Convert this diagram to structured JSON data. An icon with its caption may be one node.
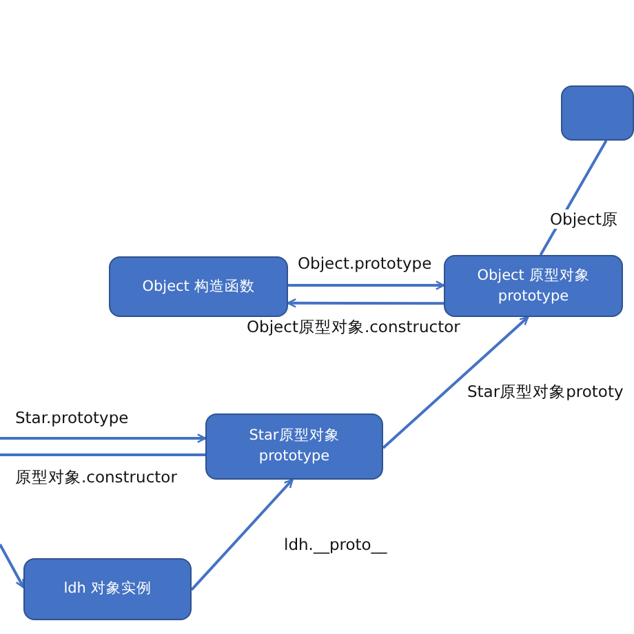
{
  "diagram": {
    "nodes": [
      {
        "text": [],
        "shape": "box"
      },
      {
        "text": [
          "Object 构造函数"
        ]
      },
      {
        "text": [
          "Object 原型对象 prototype"
        ]
      },
      {
        "text": [
          "Star原型对象 prototype"
        ]
      },
      {
        "text": [
          "ldh 对象实例"
        ]
      }
    ],
    "edges": [
      {
        "from": 1,
        "to": 2,
        "arrow": "to",
        "label": "Object.prototype"
      },
      {
        "from": 2,
        "to": 1,
        "arrow": "to",
        "label": "Object原型对象.constructor"
      },
      {
        "from": 2,
        "to": 0,
        "arrow": "none",
        "label": "Object原"
      },
      {
        "from": 3,
        "to": 2,
        "arrow": "to",
        "label": "Star原型对象prototy"
      },
      {
        "from": null,
        "to": 3,
        "arrow": "to",
        "label": "Star.prototype"
      },
      {
        "from": 3,
        "to": null,
        "arrow": "none",
        "label": "原型对象.constructor"
      },
      {
        "from": null,
        "to": 4,
        "arrow": "to"
      },
      {
        "from": 4,
        "to": 3,
        "arrow": "to",
        "label": "ldh.__proto__"
      }
    ]
  }
}
